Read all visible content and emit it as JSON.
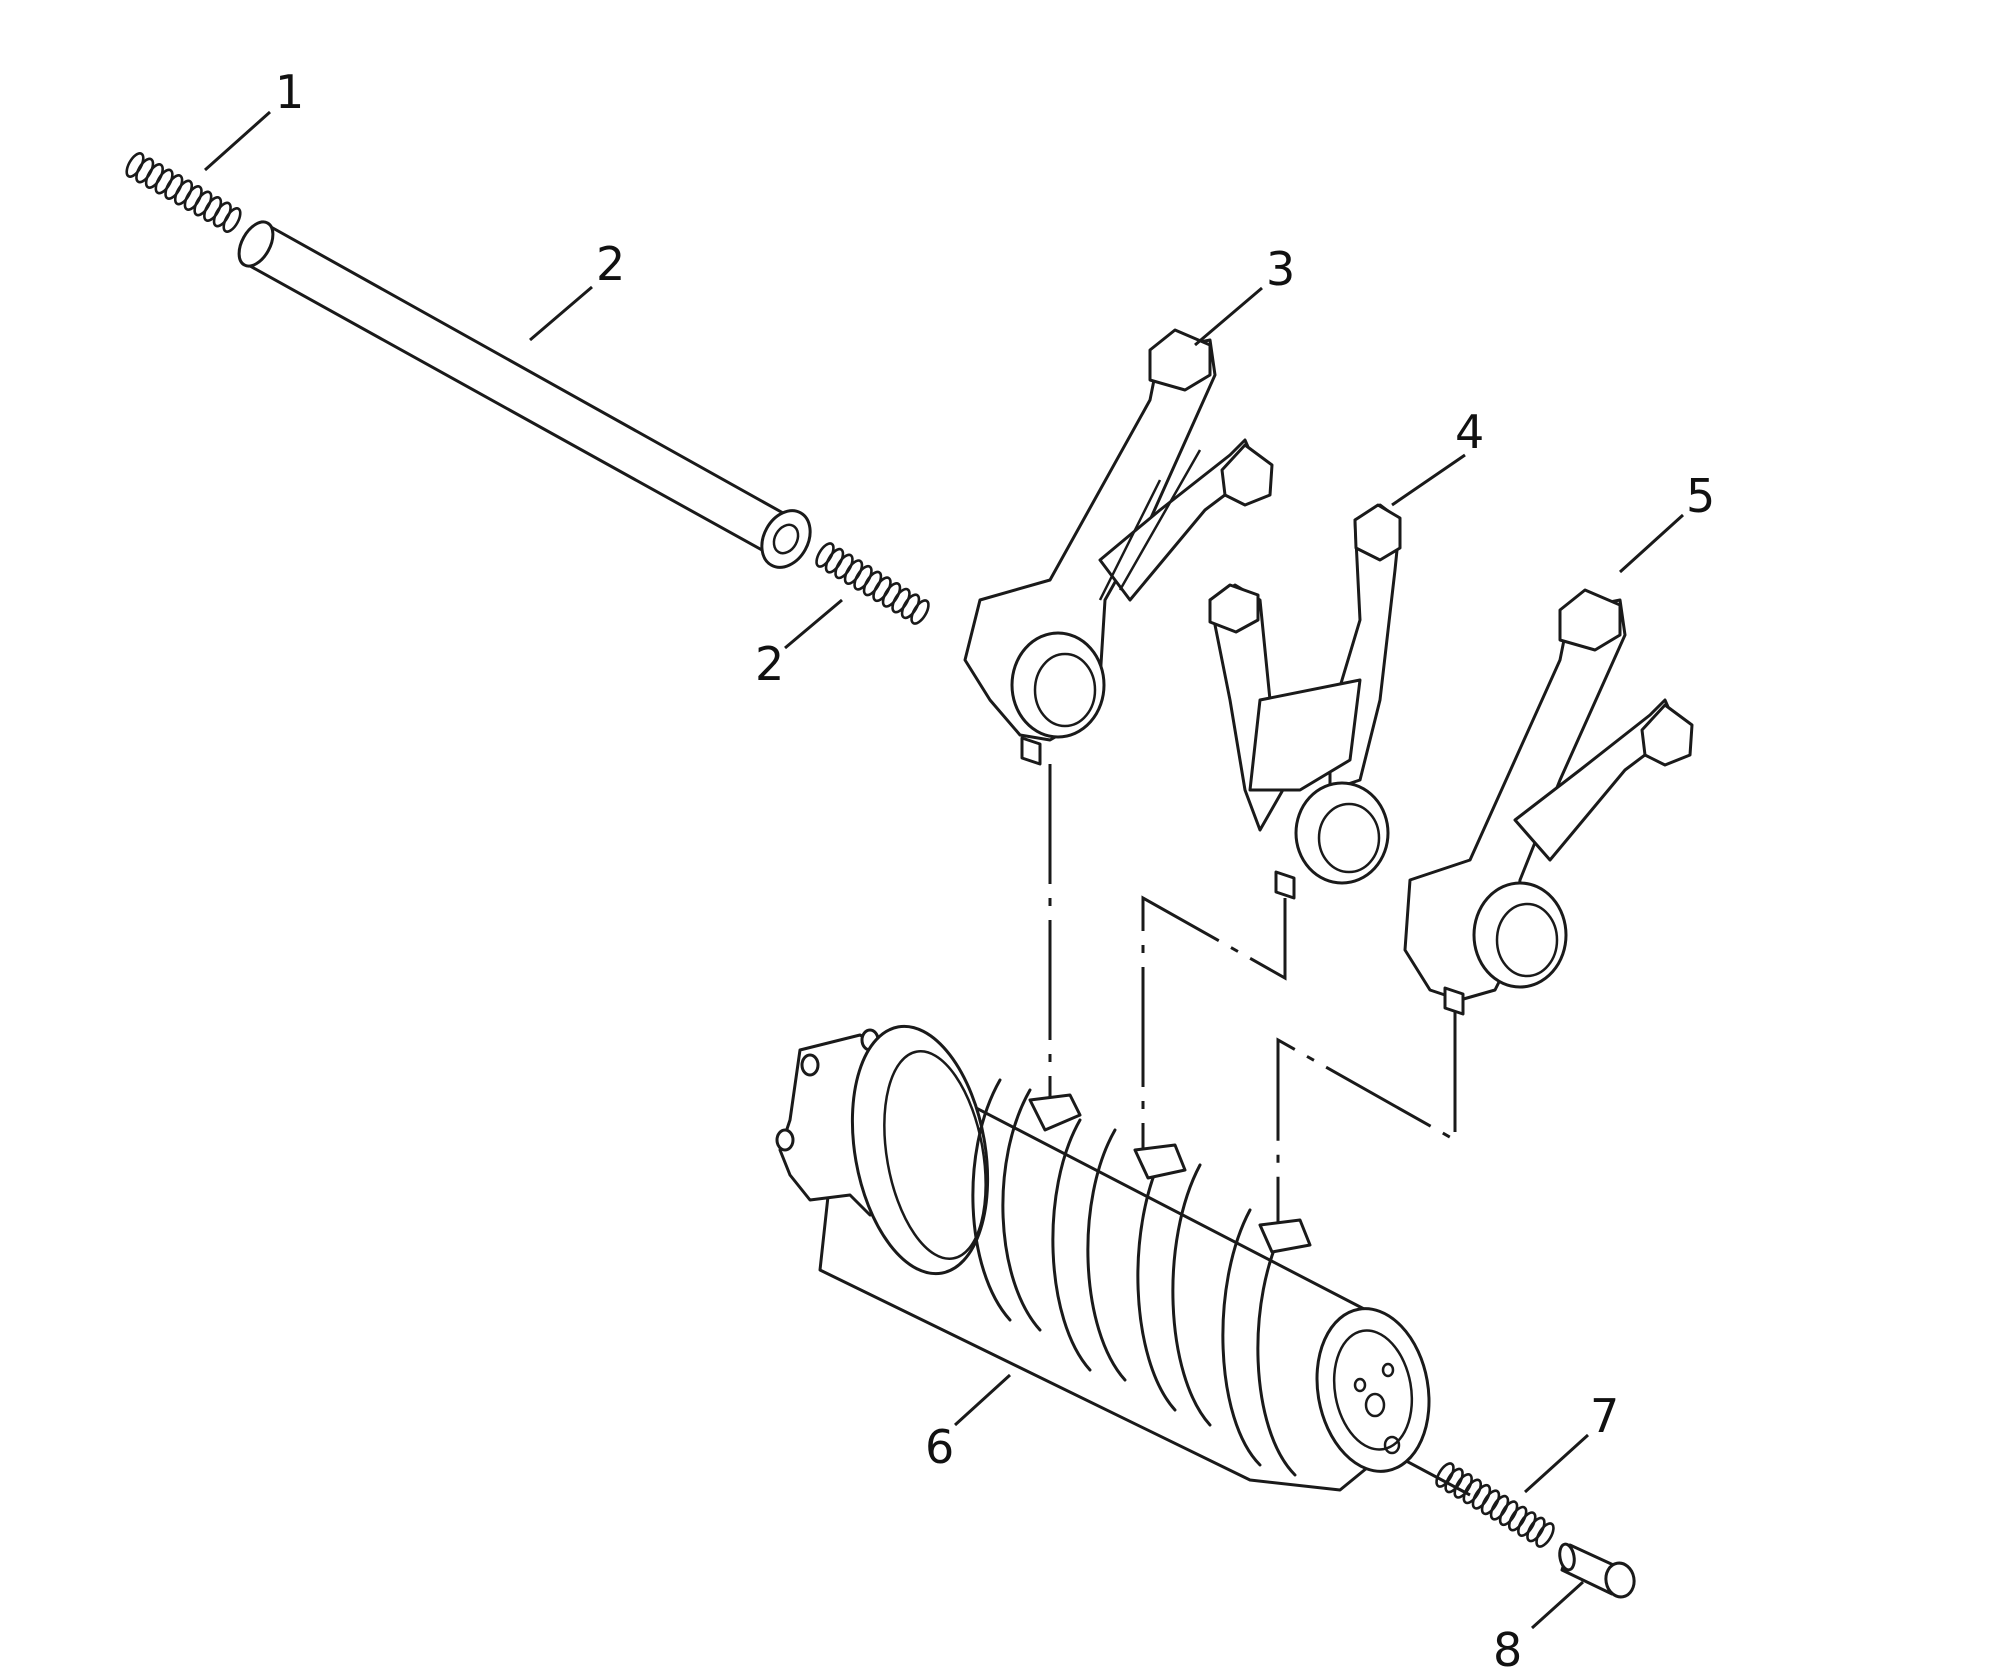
{
  "parts": [
    {
      "id": "shaft",
      "callout": "1"
    },
    {
      "id": "spring-top-left",
      "callout": "2"
    },
    {
      "id": "spring-shaft-end",
      "callout": "2"
    },
    {
      "id": "shift-fork-3",
      "callout": "3"
    },
    {
      "id": "shift-fork-4",
      "callout": "4"
    },
    {
      "id": "shift-fork-5",
      "callout": "5"
    },
    {
      "id": "shift-drum",
      "callout": "6"
    },
    {
      "id": "drum-spring",
      "callout": "7"
    },
    {
      "id": "drum-pin",
      "callout": "8"
    }
  ]
}
